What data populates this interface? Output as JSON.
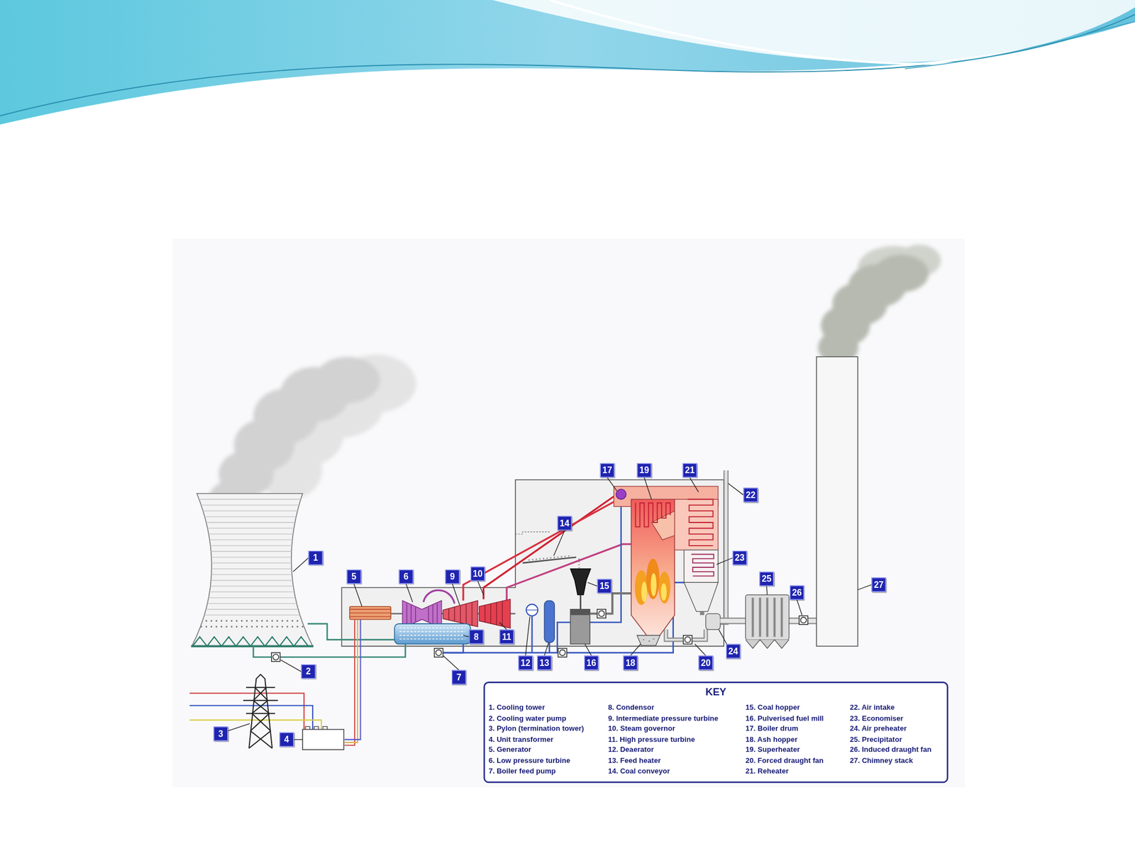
{
  "diagram": {
    "nodes": [
      {
        "text": [
          "17"
        ]
      },
      {
        "text": [
          "19"
        ]
      },
      {
        "text": [
          "21"
        ]
      },
      {
        "text": [
          "22"
        ]
      },
      {
        "text": [
          "14"
        ]
      },
      {
        "text": [
          "1"
        ]
      },
      {
        "text": [
          "23"
        ]
      },
      {
        "text": [
          "5"
        ]
      },
      {
        "text": [
          "6"
        ]
      },
      {
        "text": [
          "9"
        ]
      },
      {
        "text": [
          "10"
        ]
      },
      {
        "text": [
          "25"
        ]
      },
      {
        "text": [
          "27"
        ]
      },
      {
        "text": [
          "15"
        ]
      },
      {
        "text": [
          "26"
        ]
      },
      {
        "text": [
          "8"
        ]
      },
      {
        "text": [
          "11"
        ]
      },
      {
        "text": [
          "24"
        ]
      },
      {
        "text": [
          "12"
        ]
      },
      {
        "text": [
          "13"
        ]
      },
      {
        "text": [
          "16"
        ]
      },
      {
        "text": [
          "18"
        ]
      },
      {
        "text": [
          "20"
        ]
      },
      {
        "text": [
          "2"
        ]
      },
      {
        "text": [
          "7"
        ]
      },
      {
        "text": [
          "3"
        ]
      },
      {
        "text": [
          "4"
        ]
      },
      {
        "text": [
          "KEY",
          "1. Cooling tower",
          "2. Cooling water pump",
          "3. Pylon (termination tower)",
          "4. Unit transformer",
          "5. Generator",
          "6. Low pressure turbine",
          "7. Boiler feed pump",
          "8. Condensor",
          "9. Intermediate pressure turbine",
          "10. Steam governor",
          "11. High pressure turbine",
          "12. Deaerator",
          "13. Feed heater",
          "14. Coal conveyor",
          "15. Coal hopper",
          "16. Pulverised fuel mill",
          "17. Boiler drum",
          "18. Ash hopper",
          "19. Superheater",
          "20. Forced draught fan",
          "21. Reheater",
          "22. Air intake",
          "23. Economiser",
          "24. Air preheater",
          "25. Precipitator",
          "26. Induced draught fan",
          "27. Chimney stack"
        ]
      }
    ]
  }
}
